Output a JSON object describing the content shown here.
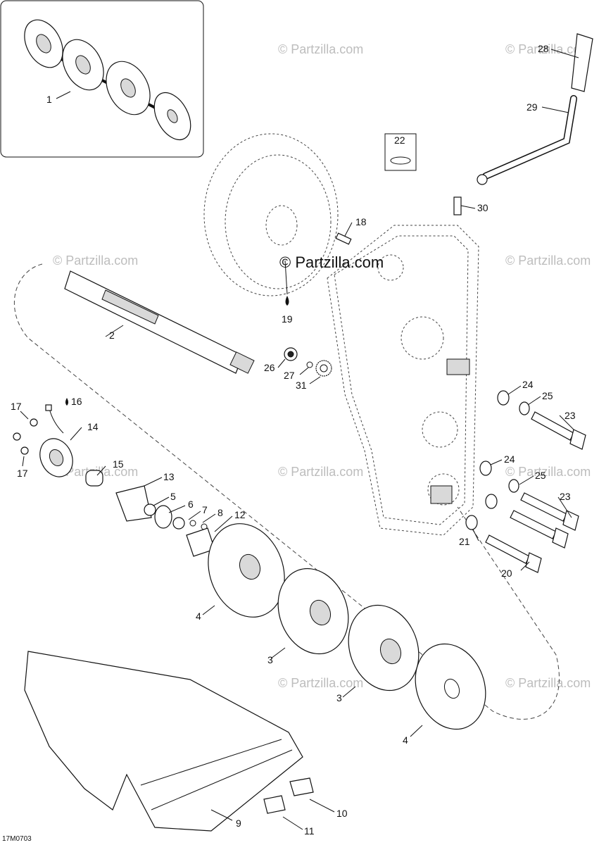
{
  "diagram_id": "17M0703",
  "watermark": "© Partzilla.com",
  "center_watermark": "© Partzilla.com",
  "callouts": [
    {
      "id": "c1",
      "label": "1"
    },
    {
      "id": "c2",
      "label": "2"
    },
    {
      "id": "c3a",
      "label": "3"
    },
    {
      "id": "c3b",
      "label": "3"
    },
    {
      "id": "c4a",
      "label": "4"
    },
    {
      "id": "c4b",
      "label": "4"
    },
    {
      "id": "c5",
      "label": "5"
    },
    {
      "id": "c6",
      "label": "6"
    },
    {
      "id": "c7",
      "label": "7"
    },
    {
      "id": "c8",
      "label": "8"
    },
    {
      "id": "c9",
      "label": "9"
    },
    {
      "id": "c10",
      "label": "10"
    },
    {
      "id": "c11",
      "label": "11"
    },
    {
      "id": "c12",
      "label": "12"
    },
    {
      "id": "c13",
      "label": "13"
    },
    {
      "id": "c14",
      "label": "14"
    },
    {
      "id": "c15",
      "label": "15"
    },
    {
      "id": "c16",
      "label": "16"
    },
    {
      "id": "c17a",
      "label": "17"
    },
    {
      "id": "c17b",
      "label": "17"
    },
    {
      "id": "c18",
      "label": "18"
    },
    {
      "id": "c19",
      "label": "19"
    },
    {
      "id": "c20",
      "label": "20"
    },
    {
      "id": "c21",
      "label": "21"
    },
    {
      "id": "c22",
      "label": "22"
    },
    {
      "id": "c23a",
      "label": "23"
    },
    {
      "id": "c23b",
      "label": "23"
    },
    {
      "id": "c24a",
      "label": "24"
    },
    {
      "id": "c24b",
      "label": "24"
    },
    {
      "id": "c25a",
      "label": "25"
    },
    {
      "id": "c25b",
      "label": "25"
    },
    {
      "id": "c26",
      "label": "26"
    },
    {
      "id": "c27",
      "label": "27"
    },
    {
      "id": "c28",
      "label": "28"
    },
    {
      "id": "c29",
      "label": "29"
    },
    {
      "id": "c30",
      "label": "30"
    },
    {
      "id": "c31",
      "label": "31"
    }
  ]
}
